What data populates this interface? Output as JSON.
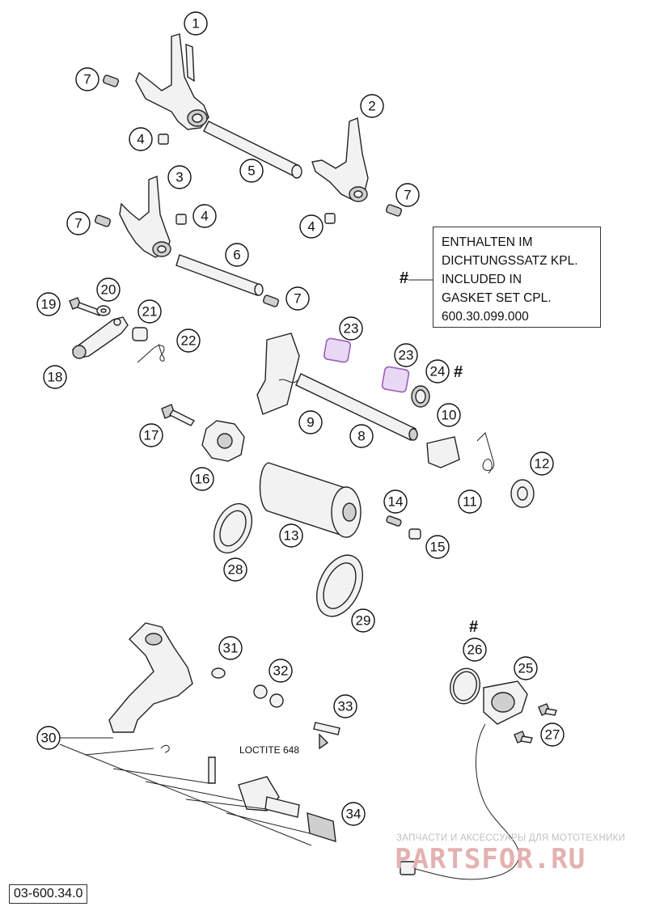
{
  "callouts": [
    "1",
    "2",
    "3",
    "4",
    "4",
    "4",
    "5",
    "6",
    "7",
    "7",
    "7",
    "7",
    "8",
    "9",
    "10",
    "11",
    "12",
    "13",
    "14",
    "15",
    "16",
    "17",
    "18",
    "19",
    "20",
    "21",
    "22",
    "23",
    "23",
    "24",
    "25",
    "26",
    "27",
    "28",
    "29",
    "30",
    "31",
    "32",
    "33",
    "34"
  ],
  "note": {
    "lines": [
      "ENTHALTEN IM",
      "DICHTUNGSSATZ KPL.",
      "INCLUDED IN",
      "GASKET SET CPL.",
      "600.30.099.000"
    ],
    "marker": "#"
  },
  "markers": {
    "part_24": "#",
    "part_26": "#"
  },
  "loctite_label": "LOCTITE 648",
  "drawing_code": "03-600.34.0",
  "watermark": {
    "line1": "ЗАПЧАСТИ И АКСЕССУАРЫ ДЛЯ МОТОТЕХНИКИ",
    "line2": "PARTSFOR.RU"
  },
  "colors": {
    "line": "#222222",
    "highlight_fill": "#e9d8f3",
    "highlight_stroke": "#9a5fb8",
    "watermark": "#e4b1b1"
  }
}
